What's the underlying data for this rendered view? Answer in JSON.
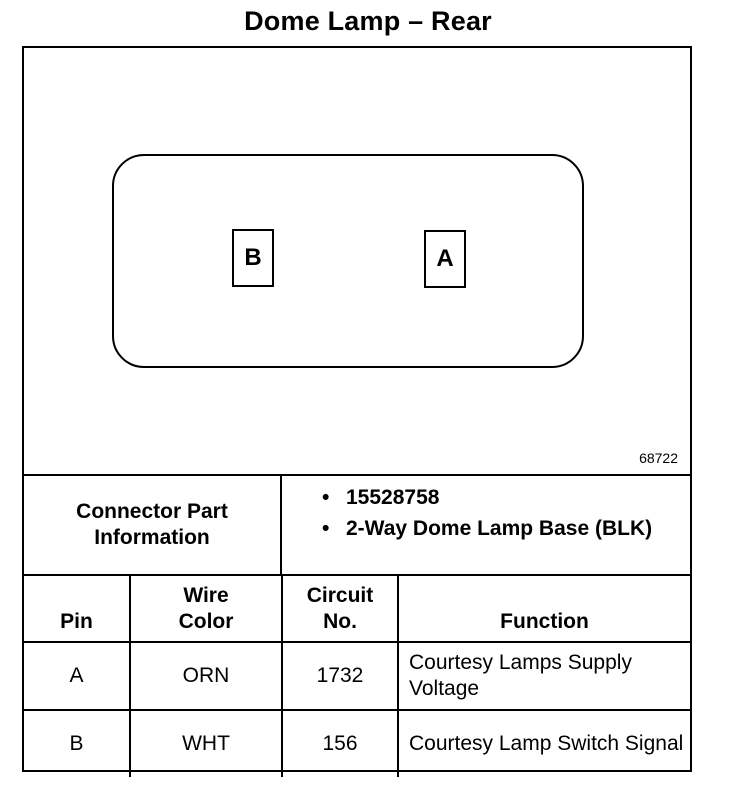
{
  "title": "Dome Lamp – Rear",
  "figure_number": "68722",
  "connector": {
    "pins": [
      {
        "label": "B"
      },
      {
        "label": "A"
      }
    ]
  },
  "part_info": {
    "label_line1": "Connector Part",
    "label_line2": "Information",
    "items": [
      "15528758",
      "2-Way Dome Lamp Base (BLK)"
    ]
  },
  "table": {
    "headers": {
      "pin": "Pin",
      "wire_color_1": "Wire",
      "wire_color_2": "Color",
      "circuit_1": "Circuit",
      "circuit_2": "No.",
      "function": "Function"
    },
    "rows": [
      {
        "pin": "A",
        "wire_color": "ORN",
        "circuit": "1732",
        "function": "Courtesy Lamps Supply Voltage"
      },
      {
        "pin": "B",
        "wire_color": "WHT",
        "circuit": "156",
        "function": "Courtesy Lamp Switch Signal"
      }
    ]
  }
}
